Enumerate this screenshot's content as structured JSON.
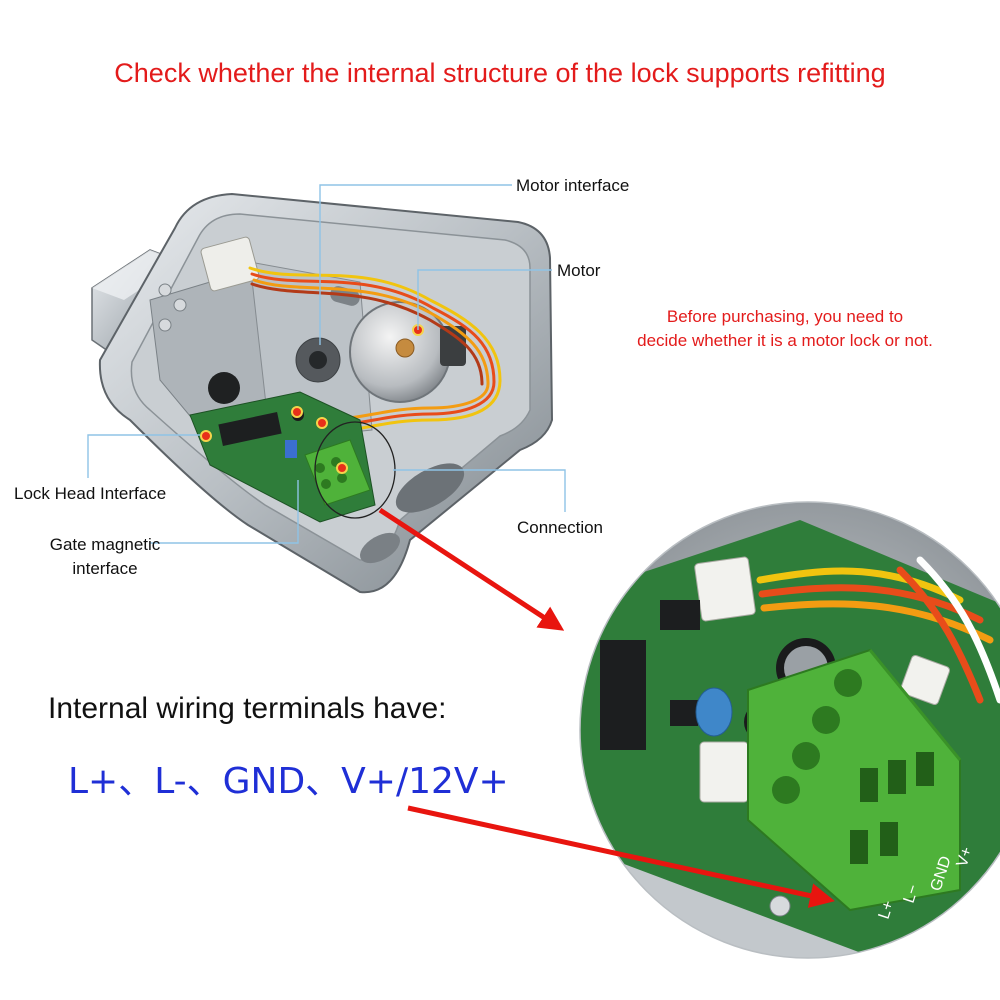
{
  "title": "Check whether the internal structure of the lock supports refitting",
  "labels": {
    "motor_interface": "Motor interface",
    "motor": "Motor",
    "lock_head_interface": "Lock Head Interface",
    "gate_magnetic_line1": "Gate magnetic",
    "gate_magnetic_line2": "interface",
    "connection": "Connection"
  },
  "note": {
    "line1": "Before purchasing, you need to",
    "line2": "decide whether it is a motor lock or not."
  },
  "wiring": {
    "heading": "Internal wiring terminals have:",
    "terminals": "L+、L-、GND、V+/12V+"
  },
  "board_terminal_labels": [
    "L+",
    "L−",
    "GND",
    "V+"
  ],
  "colors": {
    "title_red": "#e31b1b",
    "terminal_blue": "#1f2fd6",
    "arrow_red": "#e8150f",
    "leader_blue": "#8fc3e6",
    "terminal_green": "#4fb23a",
    "pcb_green": "#2f7d3a"
  }
}
